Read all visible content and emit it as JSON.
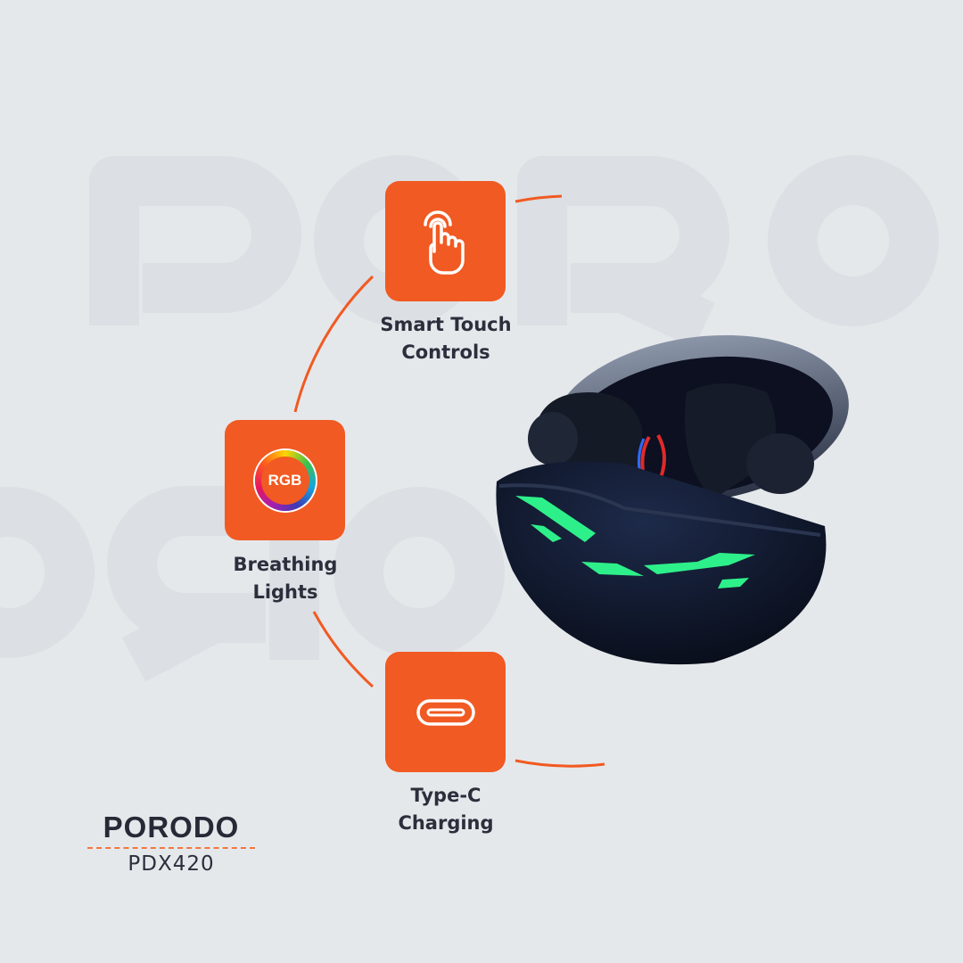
{
  "watermark": {
    "text": "PORO",
    "mirrored_text": "PORO"
  },
  "accent_color": "#f15a22",
  "features": [
    {
      "icon": "touch-hand-icon",
      "line1": "Smart Touch",
      "line2": "Controls"
    },
    {
      "icon": "rgb-ring-icon",
      "icon_text": "RGB",
      "line1": "Breathing",
      "line2": "Lights"
    },
    {
      "icon": "usb-type-c-icon",
      "line1": "Type-C",
      "line2": "Charging"
    }
  ],
  "brand": {
    "logo": "PORODO",
    "model": "PDX420"
  },
  "product": {
    "name": "earbuds-case-image",
    "light_color": "#2ef08a"
  }
}
